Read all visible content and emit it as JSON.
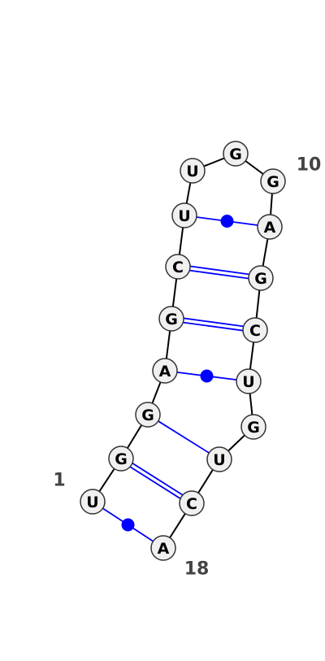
{
  "sequence": [
    "U",
    "G",
    "G",
    "A",
    "G",
    "C",
    "U",
    "U",
    "G",
    "G",
    "A",
    "G",
    "C",
    "U",
    "G",
    "U",
    "C",
    "A"
  ],
  "position_labels": {
    "start": "1",
    "mid": "10",
    "end": "18"
  },
  "pairs": [
    {
      "i": 1,
      "j": 18,
      "type": "GU-wobble"
    },
    {
      "i": 2,
      "j": 17,
      "type": "GC"
    },
    {
      "i": 3,
      "j": 16,
      "type": "noncanonical"
    },
    {
      "i": 4,
      "j": 14,
      "type": "GU-wobble"
    },
    {
      "i": 5,
      "j": 13,
      "type": "GC"
    },
    {
      "i": 6,
      "j": 12,
      "type": "GC"
    },
    {
      "i": 7,
      "j": 11,
      "type": "GU-wobble"
    }
  ],
  "colors": {
    "pair_line": "#0000ff",
    "backbone": "#000000",
    "nucleotide_fill": "#f0f0f0",
    "nucleotide_stroke": "#333333",
    "label_text": "#444444"
  }
}
